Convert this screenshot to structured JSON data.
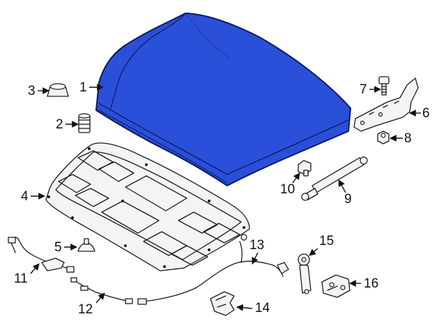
{
  "diagram": {
    "colors": {
      "hood_fill": "#2a4fd8",
      "hood_stroke": "#0b1a5e",
      "line": "#1a1a1a",
      "background": "#ffffff"
    },
    "callouts": [
      {
        "part": "hood",
        "number": "1"
      },
      {
        "part": "bumper-stop",
        "number": "2"
      },
      {
        "part": "hood-seal-cap",
        "number": "3"
      },
      {
        "part": "hood-insulator",
        "number": "4"
      },
      {
        "part": "insulator-clip",
        "number": "5"
      },
      {
        "part": "hinge",
        "number": "6"
      },
      {
        "part": "hinge-bolt",
        "number": "7"
      },
      {
        "part": "hinge-nut",
        "number": "8"
      },
      {
        "part": "lift-support",
        "number": "9"
      },
      {
        "part": "support-stud",
        "number": "10"
      },
      {
        "part": "release-cable-front",
        "number": "11"
      },
      {
        "part": "release-cable-rear",
        "number": "12"
      },
      {
        "part": "release-cable-main",
        "number": "13"
      },
      {
        "part": "release-handle",
        "number": "14"
      },
      {
        "part": "prop-rod-holder",
        "number": "15"
      },
      {
        "part": "hood-latch",
        "number": "16"
      }
    ]
  }
}
